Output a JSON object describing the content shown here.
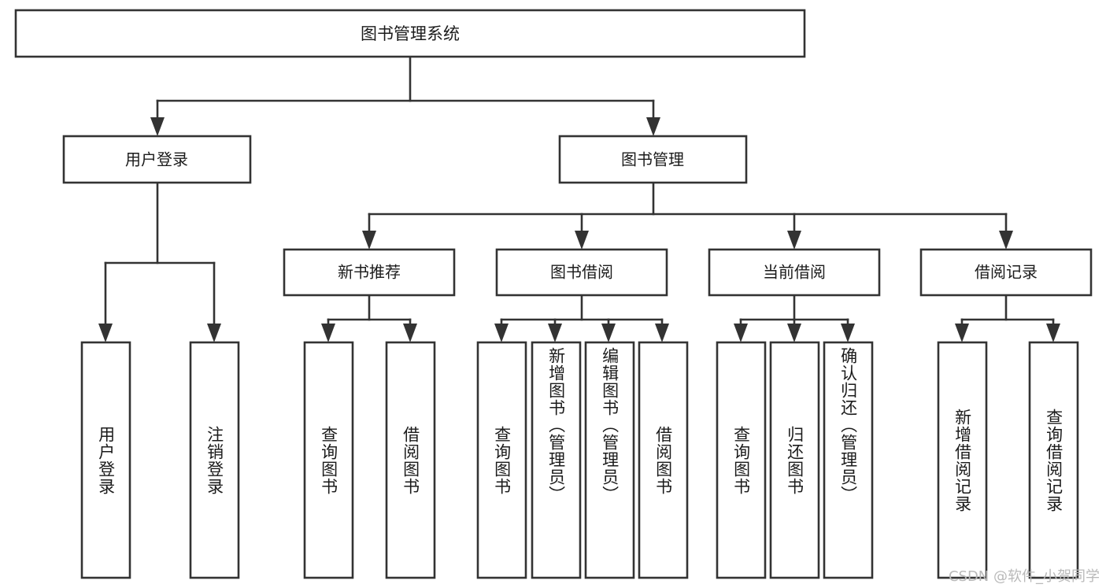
{
  "diagram": {
    "type": "tree",
    "title": "图书管理系统",
    "orientation": "top-down",
    "background_color": "#ffffff",
    "line_color": "#333333",
    "text_color": "#1b1b1b",
    "root": {
      "id": "root",
      "label": "图书管理系统"
    },
    "level2": [
      {
        "id": "user-login",
        "label": "用户登录"
      },
      {
        "id": "book-manage",
        "label": "图书管理"
      }
    ],
    "level3": [
      {
        "id": "new-book-recommend",
        "label": "新书推荐",
        "parent": "book-manage"
      },
      {
        "id": "book-borrow",
        "label": "图书借阅",
        "parent": "book-manage"
      },
      {
        "id": "current-borrow",
        "label": "当前借阅",
        "parent": "book-manage"
      },
      {
        "id": "borrow-record",
        "label": "借阅记录",
        "parent": "book-manage"
      }
    ],
    "leaves": [
      {
        "id": "leaf-user-login",
        "label": "用户登录",
        "parent": "user-login"
      },
      {
        "id": "leaf-logout",
        "label": "注销登录",
        "parent": "user-login"
      },
      {
        "id": "leaf-query-book-1",
        "label": "查询图书",
        "parent": "new-book-recommend"
      },
      {
        "id": "leaf-borrow-book-1",
        "label": "借阅图书",
        "parent": "new-book-recommend"
      },
      {
        "id": "leaf-query-book-2",
        "label": "查询图书",
        "parent": "book-borrow"
      },
      {
        "id": "leaf-add-book",
        "label": "新增图书（管理员）",
        "parent": "book-borrow"
      },
      {
        "id": "leaf-edit-book",
        "label": "编辑图书（管理员）",
        "parent": "book-borrow"
      },
      {
        "id": "leaf-borrow-book-2",
        "label": "借阅图书",
        "parent": "book-borrow"
      },
      {
        "id": "leaf-query-book-3",
        "label": "查询图书",
        "parent": "current-borrow"
      },
      {
        "id": "leaf-return-book",
        "label": "归还图书",
        "parent": "current-borrow"
      },
      {
        "id": "leaf-confirm-return",
        "label": "确认归还（管理员）",
        "parent": "current-borrow"
      },
      {
        "id": "leaf-add-record",
        "label": "新增借阅记录",
        "parent": "borrow-record"
      },
      {
        "id": "leaf-query-record",
        "label": "查询借阅记录",
        "parent": "borrow-record"
      }
    ]
  },
  "watermark": {
    "text": "CSDN @软件_小贺同学"
  }
}
